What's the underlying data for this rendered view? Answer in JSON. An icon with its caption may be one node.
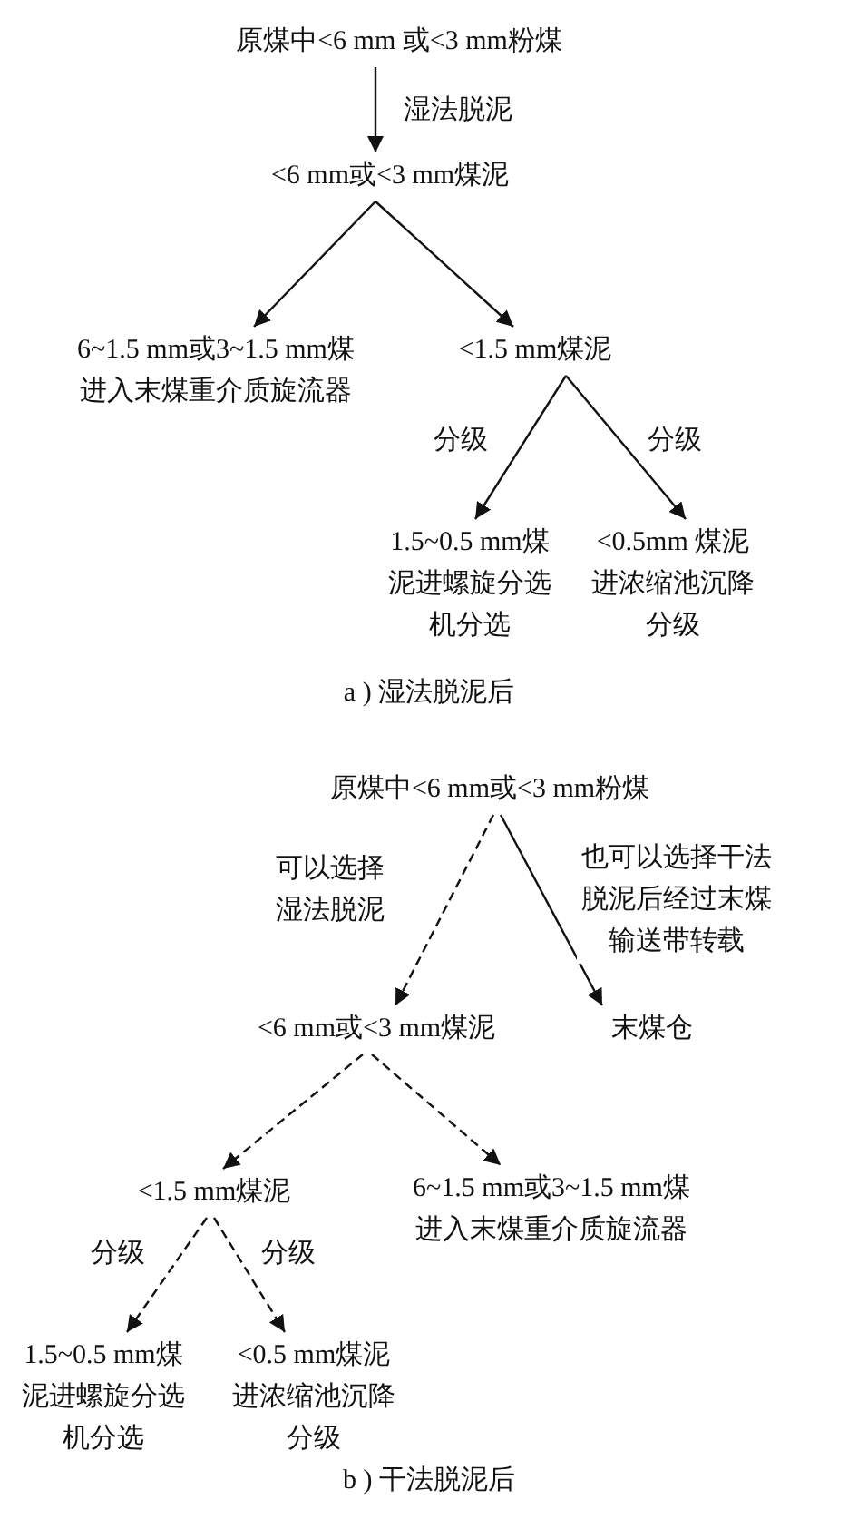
{
  "diagram": {
    "nodes": [
      {
        "text": [
          "原煤中<6 mm 或<3 mm粉煤"
        ]
      },
      {
        "text": [
          "<6 mm或<3 mm煤泥"
        ]
      },
      {
        "text": [
          "6~1.5 mm或3~1.5 mm煤进入末煤重介质旋流器"
        ]
      },
      {
        "text": [
          "<1.5 mm煤泥"
        ]
      },
      {
        "text": [
          "1.5~0.5 mm煤泥进螺旋分选机分选"
        ]
      },
      {
        "text": [
          "<0.5mm 煤泥进浓缩池沉降分级"
        ]
      },
      {
        "text": [
          "原煤中<6 mm或<3 mm粉煤"
        ]
      },
      {
        "text": [
          "<6 mm或<3 mm煤泥"
        ]
      },
      {
        "text": [
          "末煤仓"
        ]
      },
      {
        "text": [
          "<1.5 mm煤泥"
        ]
      },
      {
        "text": [
          "6~1.5 mm或3~1.5 mm煤进入末煤重介质旋流器"
        ]
      },
      {
        "text": [
          "1.5~0.5 mm煤泥进螺旋分选机分选"
        ]
      },
      {
        "text": [
          "<0.5 mm煤泥进浓缩池沉降分级"
        ]
      }
    ],
    "edges": [
      {
        "from": 0,
        "to": 1,
        "arrow": "to",
        "label": "湿法脱泥"
      },
      {
        "from": 1,
        "to": 2,
        "arrow": "to"
      },
      {
        "from": 1,
        "to": 3,
        "arrow": "to"
      },
      {
        "from": 3,
        "to": 4,
        "arrow": "to",
        "label": "分级"
      },
      {
        "from": 3,
        "to": 5,
        "arrow": "to",
        "label": "分级"
      },
      {
        "from": 6,
        "to": 7,
        "arrow": "to",
        "label": "可以选择湿法脱泥",
        "style": "dashed"
      },
      {
        "from": 6,
        "to": 8,
        "arrow": "to",
        "label": "也可以选择干法脱泥后经过末煤输送带转载"
      },
      {
        "from": 7,
        "to": 9,
        "arrow": "to",
        "style": "dashed"
      },
      {
        "from": 7,
        "to": 10,
        "arrow": "to",
        "style": "dashed"
      },
      {
        "from": 9,
        "to": 11,
        "arrow": "to",
        "label": "分级",
        "style": "dashed"
      },
      {
        "from": 9,
        "to": 12,
        "arrow": "to",
        "label": "分级",
        "style": "dashed"
      }
    ],
    "labels": [
      "a ) 湿法脱泥后",
      "b ) 干法脱泥后"
    ]
  }
}
